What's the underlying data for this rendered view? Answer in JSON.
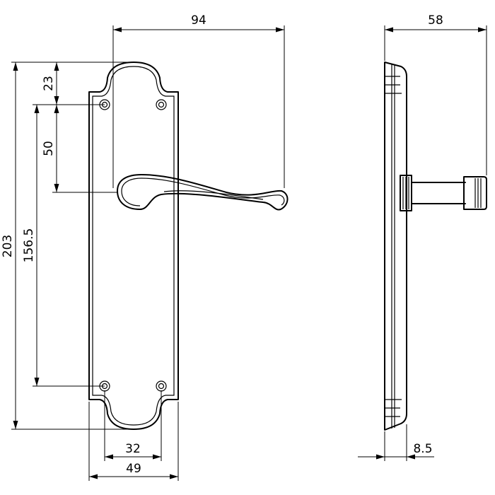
{
  "drawing": {
    "dimensions": {
      "lever_projection": "94",
      "side_depth": "58",
      "plate_height": "203",
      "screw_centres": "156.5",
      "top_to_screw": "23",
      "screw_to_lever": "50",
      "screw_spacing": "32",
      "plate_width": "49",
      "plate_thickness": "8.5"
    }
  }
}
